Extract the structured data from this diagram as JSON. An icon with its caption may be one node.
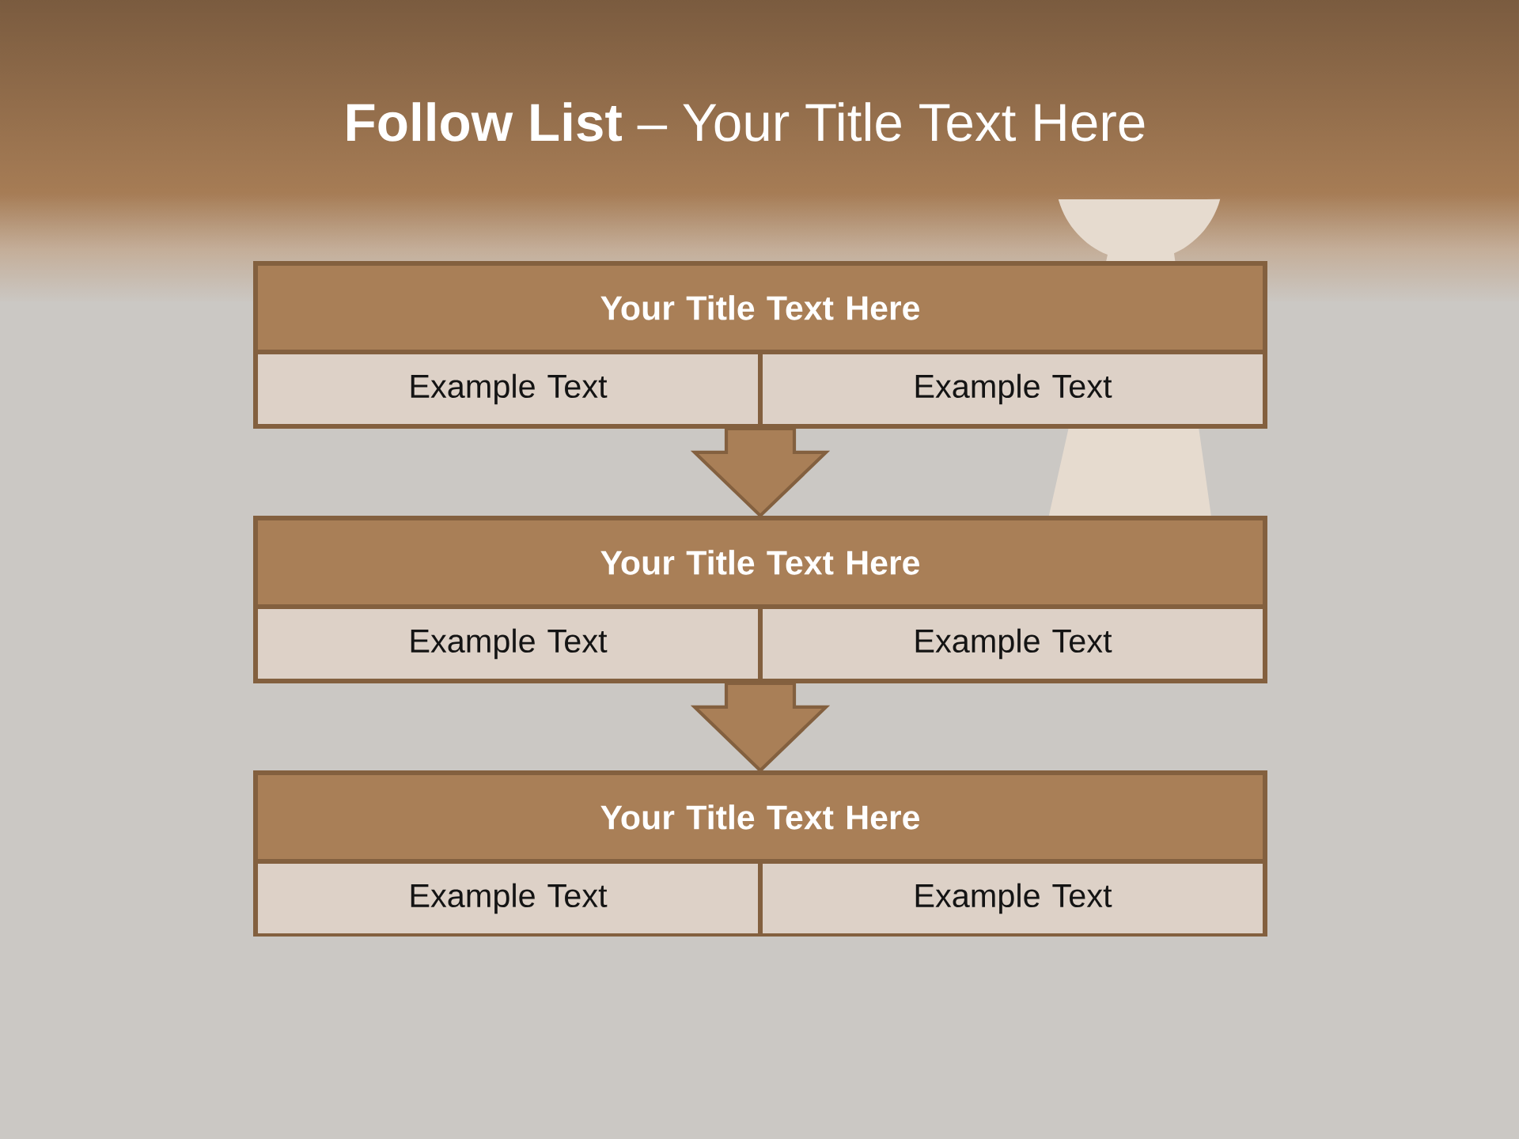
{
  "diagram": {
    "title": "**Follow List** – Your Title Text Here",
    "nodes": [
      {
        "text": [],
        "shape": "box"
      },
      {
        "text": [
          "Your Title Text Here"
        ],
        "in": 0
      },
      {
        "text": [
          "Example Text"
        ],
        "in": 0
      },
      {
        "text": [
          "Example Text"
        ],
        "in": 0
      },
      {
        "text": [],
        "shape": "box"
      },
      {
        "text": [
          "Your Title Text Here"
        ],
        "in": 4
      },
      {
        "text": [
          "Example Text"
        ],
        "in": 4
      },
      {
        "text": [
          "Example Text"
        ],
        "in": 4
      },
      {
        "text": [],
        "shape": "box"
      },
      {
        "text": [
          "Your Title Text Here"
        ],
        "in": 8
      },
      {
        "text": [
          "Example Text"
        ],
        "in": 8
      },
      {
        "text": [
          "Example Text"
        ],
        "in": 8
      }
    ],
    "edges": [
      {
        "from": 0,
        "to": 4,
        "arrow": "to"
      },
      {
        "from": 4,
        "to": 8,
        "arrow": "to"
      }
    ]
  }
}
